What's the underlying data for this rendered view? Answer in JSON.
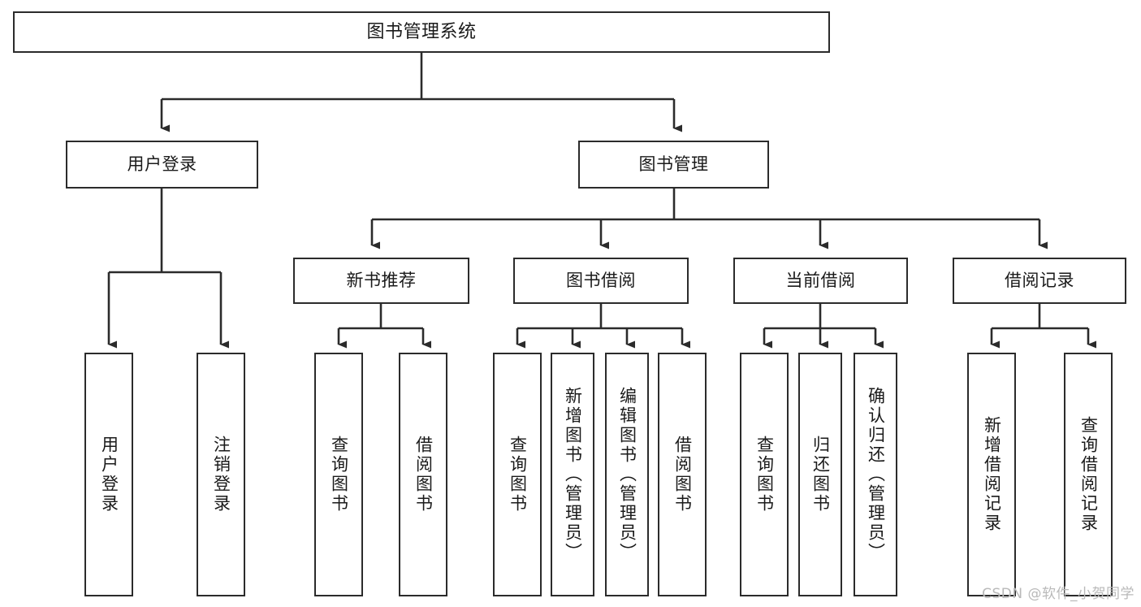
{
  "diagram": {
    "type": "tree",
    "title": "图书管理系统",
    "orientation": "top-down",
    "line_color": "#2b2b2b",
    "box_fill": "#ffffff",
    "text_color": "#1a1a1a"
  },
  "root": {
    "label": "图书管理系统"
  },
  "level1": [
    {
      "label": "用户登录"
    },
    {
      "label": "图书管理"
    }
  ],
  "level2": [
    {
      "label": "新书推荐"
    },
    {
      "label": "图书借阅"
    },
    {
      "label": "当前借阅"
    },
    {
      "label": "借阅记录"
    }
  ],
  "leaves": {
    "user_login": [
      {
        "label": "用户登录"
      },
      {
        "label": "注销登录"
      }
    ],
    "new_book_recommend": [
      {
        "label": "查询图书"
      },
      {
        "label": "借阅图书"
      }
    ],
    "book_borrow": [
      {
        "label": "查询图书"
      },
      {
        "label": "新增图书（管理员）"
      },
      {
        "label": "编辑图书（管理员）"
      },
      {
        "label": "借阅图书"
      }
    ],
    "current_borrow": [
      {
        "label": "查询图书"
      },
      {
        "label": "归还图书"
      },
      {
        "label": "确认归还（管理员）"
      }
    ],
    "borrow_record": [
      {
        "label": "新增借阅记录"
      },
      {
        "label": "查询借阅记录"
      }
    ]
  },
  "watermark": {
    "text": "CSDN @软件_小贺同学"
  }
}
